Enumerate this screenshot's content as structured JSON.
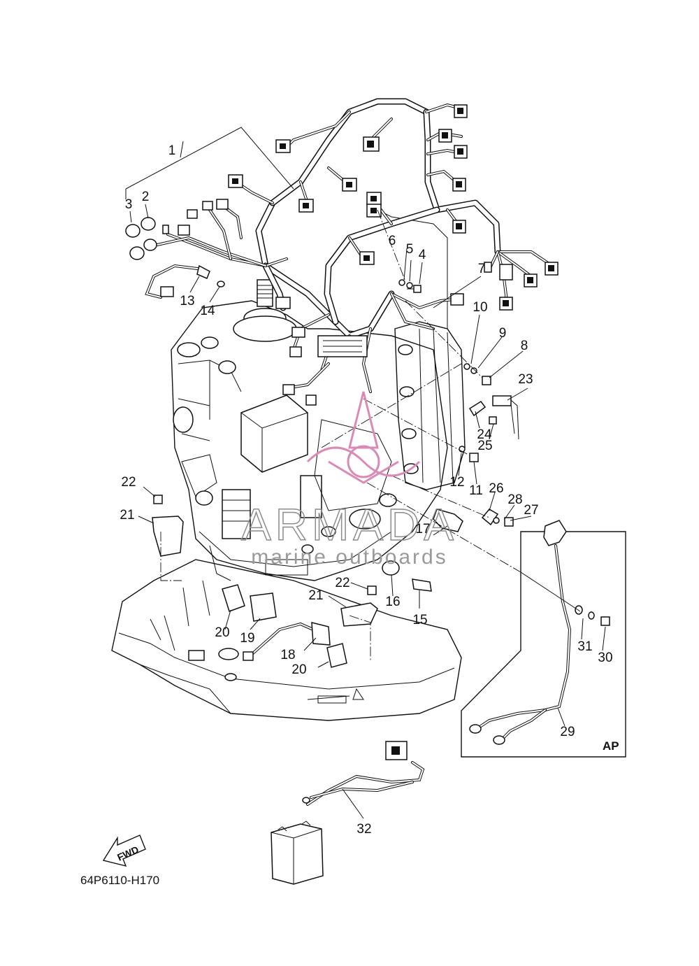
{
  "diagram_code": "64P6110-H170",
  "inset_label": "AP",
  "fwd_label": "FWD",
  "watermark": {
    "brand": "ARMADA",
    "tagline": "marine outboards",
    "accent_color": "#d98bb5"
  },
  "callouts": [
    {
      "id": "c1",
      "number": "1"
    },
    {
      "id": "c2",
      "number": "2"
    },
    {
      "id": "c3",
      "number": "3"
    },
    {
      "id": "c4",
      "number": "4"
    },
    {
      "id": "c5",
      "number": "5"
    },
    {
      "id": "c6",
      "number": "6"
    },
    {
      "id": "c7",
      "number": "7"
    },
    {
      "id": "c8",
      "number": "8"
    },
    {
      "id": "c9",
      "number": "9"
    },
    {
      "id": "c10",
      "number": "10"
    },
    {
      "id": "c11",
      "number": "11"
    },
    {
      "id": "c12",
      "number": "12"
    },
    {
      "id": "c13",
      "number": "13"
    },
    {
      "id": "c14",
      "number": "14"
    },
    {
      "id": "c15",
      "number": "15"
    },
    {
      "id": "c16",
      "number": "16"
    },
    {
      "id": "c17",
      "number": "17"
    },
    {
      "id": "c18",
      "number": "18"
    },
    {
      "id": "c19",
      "number": "19"
    },
    {
      "id": "c20a",
      "number": "20"
    },
    {
      "id": "c20b",
      "number": "20"
    },
    {
      "id": "c21a",
      "number": "21"
    },
    {
      "id": "c21b",
      "number": "21"
    },
    {
      "id": "c22a",
      "number": "22"
    },
    {
      "id": "c22b",
      "number": "22"
    },
    {
      "id": "c23",
      "number": "23"
    },
    {
      "id": "c24",
      "number": "24"
    },
    {
      "id": "c25",
      "number": "25"
    },
    {
      "id": "c26",
      "number": "26"
    },
    {
      "id": "c27",
      "number": "27"
    },
    {
      "id": "c28",
      "number": "28"
    },
    {
      "id": "c29",
      "number": "29"
    },
    {
      "id": "c30",
      "number": "30"
    },
    {
      "id": "c31",
      "number": "31"
    },
    {
      "id": "c32",
      "number": "32"
    }
  ]
}
